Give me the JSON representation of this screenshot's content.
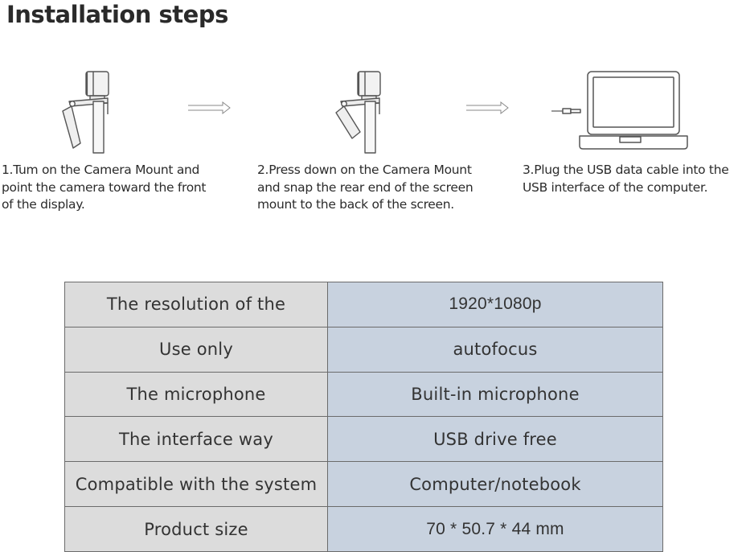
{
  "title": "Installation steps",
  "steps": [
    {
      "text": "1.Tum on the Camera Mount and\npoint the camera toward the front\nof the display.",
      "icon": "camera-mount-icon"
    },
    {
      "text": "2.Press down on the Camera Mount\nand snap the rear end of the screen\nmount to the back of the screen.",
      "icon": "camera-mount-pressed-icon"
    },
    {
      "text": "3.Plug the USB data cable into the\nUSB interface of the computer.",
      "icon": "laptop-usb-icon"
    }
  ],
  "arrow_icon": "right-arrow-icon",
  "specs": [
    {
      "label": "The resolution of the",
      "value": "1920*1080p"
    },
    {
      "label": "Use only",
      "value": "autofocus"
    },
    {
      "label": "The microphone",
      "value": "Built-in microphone"
    },
    {
      "label": "The interface way",
      "value": "USB drive free"
    },
    {
      "label": "Compatible with the system",
      "value": "Computer/notebook"
    },
    {
      "label": "Product size",
      "value": "70 * 50.7 * 44 mm"
    }
  ],
  "colors": {
    "label_cell_bg": "#dcdcdc",
    "value_cell_bg": "#c8d2df",
    "border": "#6b6b6b",
    "illustration_stroke": "#555555"
  }
}
